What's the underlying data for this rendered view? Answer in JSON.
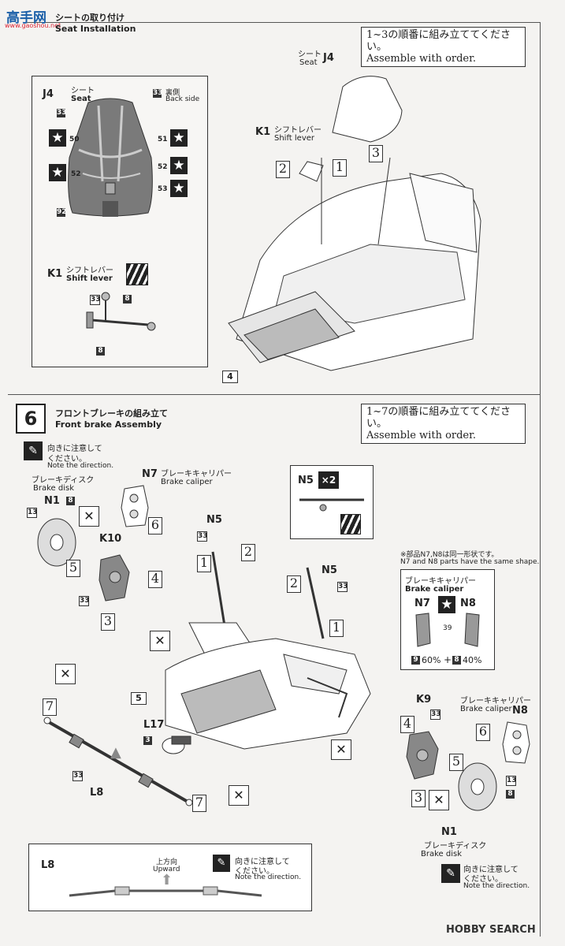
{
  "watermark": {
    "brand": "高手网",
    "url": "www.gaoshou.net"
  },
  "seat_section": {
    "title_jp": "シートの取り付け",
    "title_en": "Seat Installation",
    "order_jp": "1~3の順番に組み立ててください。",
    "order_en": "Assemble with order.",
    "inset": {
      "seat_code": "J4",
      "seat_jp": "シート",
      "seat_en": "Seat",
      "back_side_jp": "裏側",
      "back_side_en": "Back side",
      "decal_numbers": [
        "33",
        "50",
        "51",
        "52",
        "52",
        "53",
        "92"
      ],
      "shift_code": "K1",
      "shift_jp": "シフトレバー",
      "shift_en": "Shift lever",
      "shift_decals": [
        "33",
        "8",
        "8"
      ]
    },
    "diagram": {
      "seat_code": "J4",
      "seat_jp": "シート",
      "seat_en": "Seat",
      "shift_code": "K1",
      "shift_jp": "シフトレバー",
      "shift_en": "Shift lever",
      "steps": [
        "1",
        "2",
        "3"
      ],
      "part_ref": "4"
    }
  },
  "brake_section": {
    "step_number": "6",
    "title_jp": "フロントブレーキの組み立て",
    "title_en": "Front brake Assembly",
    "order_jp": "1~7の順番に組み立ててください。",
    "order_en": "Assemble with order.",
    "note_direction_jp_1": "向きに注意して",
    "note_direction_jp_2": "ください。",
    "note_direction_en": "Note the direction.",
    "disk_jp": "ブレーキディスク",
    "disk_en": "Brake disk",
    "caliper_jp": "ブレーキキャリパー",
    "caliper_en": "Brake caliper",
    "codes": {
      "N1": "N1",
      "N7": "N7",
      "K10": "K10",
      "N5": "N5",
      "L17": "L17",
      "L8": "L8",
      "K9": "K9",
      "N8": "N8"
    },
    "decals": {
      "d13": "13",
      "d8": "8",
      "d33": "33",
      "d3": "3"
    },
    "x2": "×2",
    "same_shape_jp": "※部品N7,N8は同一形状です。",
    "same_shape_en": "N7 and N8 parts have the same shape.",
    "caliper_box": {
      "jp": "ブレーキキャリパー",
      "en": "Brake caliper",
      "left": "N7",
      "right": "N8",
      "decal": "39",
      "mix_a_num": "9",
      "mix_a_pct": "60%",
      "plus": "+",
      "mix_b_num": "8",
      "mix_b_pct": "40%"
    },
    "steps": [
      "1",
      "2",
      "3",
      "4",
      "5",
      "6",
      "7"
    ],
    "part_ref_5": "5",
    "l8_box": {
      "code": "L8",
      "upward_jp": "上方向",
      "upward_en": "Upward",
      "note_jp_1": "向きに注意して",
      "note_jp_2": "ください。",
      "note_en": "Note the direction."
    }
  },
  "footer": {
    "brand": "HOBBY SEARCH"
  }
}
